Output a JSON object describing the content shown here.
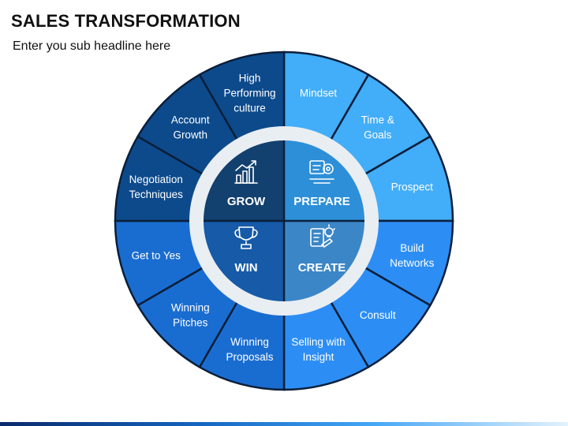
{
  "header": {
    "title": "SALES TRANSFORMATION",
    "subtitle": "Enter you sub headline here"
  },
  "colors": {
    "grow_outer": "#0d4a8c",
    "grow_inner": "#12406f",
    "prepare_outer": "#42adf8",
    "prepare_inner": "#2c8fd8",
    "create_outer": "#2c8ef5",
    "create_inner": "#3b86c6",
    "win_outer": "#1a6dd0",
    "win_inner": "#165aa8",
    "divider": "#0b1f3a",
    "ring": "#e9eef3"
  },
  "quadrants": [
    {
      "label": "GROW",
      "icon": "growth-chart-icon"
    },
    {
      "label": "PREPARE",
      "icon": "planning-gears-icon"
    },
    {
      "label": "WIN",
      "icon": "trophy-icon"
    },
    {
      "label": "CREATE",
      "icon": "idea-document-icon"
    }
  ],
  "segments": [
    {
      "lines": [
        "Mindset"
      ]
    },
    {
      "lines": [
        "Time &",
        "Goals"
      ]
    },
    {
      "lines": [
        "Prospect"
      ]
    },
    {
      "lines": [
        "Build",
        "Networks"
      ]
    },
    {
      "lines": [
        "Consult"
      ]
    },
    {
      "lines": [
        "Selling with",
        "Insight"
      ]
    },
    {
      "lines": [
        "Winning",
        "Proposals"
      ]
    },
    {
      "lines": [
        "Winning",
        "Pitches"
      ]
    },
    {
      "lines": [
        "Get to Yes"
      ]
    },
    {
      "lines": [
        "Negotiation",
        "Techniques"
      ]
    },
    {
      "lines": [
        "Account",
        "Growth"
      ]
    },
    {
      "lines": [
        "High",
        "Performing",
        "culture"
      ]
    }
  ]
}
